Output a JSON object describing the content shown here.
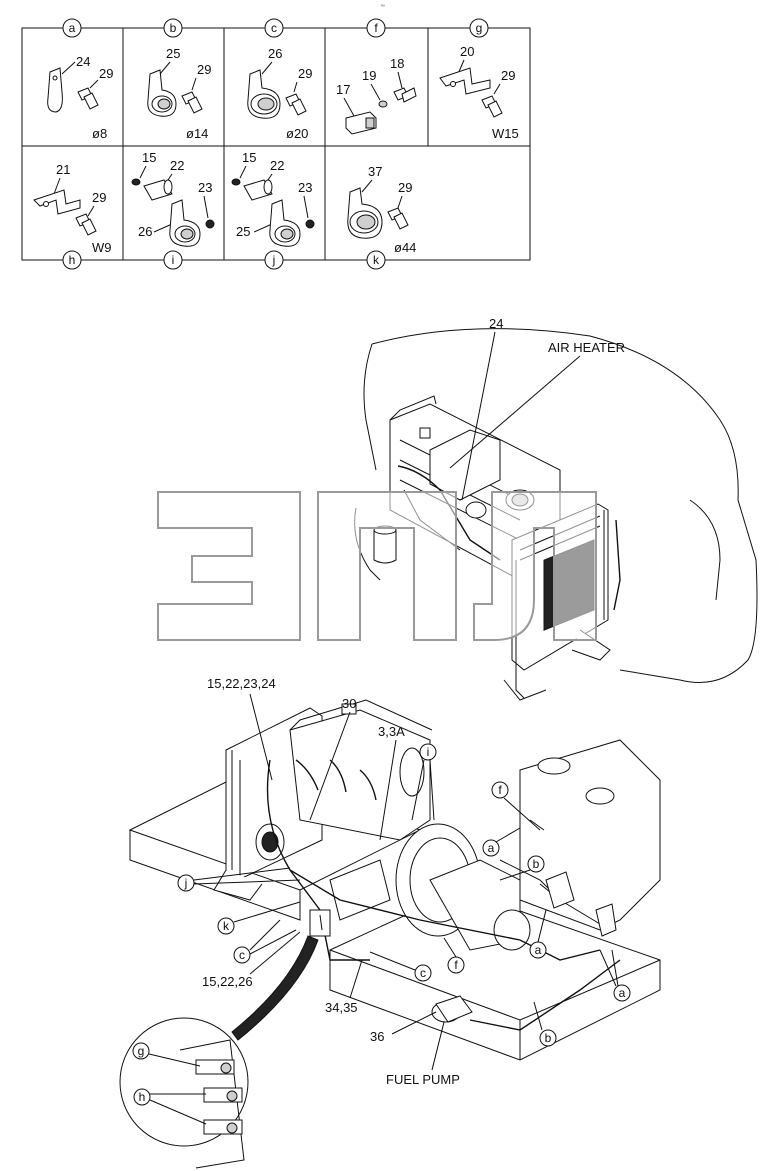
{
  "header_mark": "™",
  "parts_table": {
    "top_row": [
      {
        "letter": "a",
        "parts": [
          "24",
          "29"
        ],
        "size": "ø8"
      },
      {
        "letter": "b",
        "parts": [
          "25",
          "29"
        ],
        "size": "ø14"
      },
      {
        "letter": "c",
        "parts": [
          "26",
          "29"
        ],
        "size": "ø20"
      },
      {
        "letter": "f",
        "parts": [
          "17",
          "19",
          "18"
        ],
        "size": ""
      },
      {
        "letter": "g",
        "parts": [
          "20",
          "29"
        ],
        "size": "W15"
      }
    ],
    "bottom_row": [
      {
        "letter": "h",
        "parts": [
          "21",
          "29"
        ],
        "size": "W9"
      },
      {
        "letter": "i",
        "parts": [
          "15",
          "22",
          "23",
          "26"
        ],
        "size": ""
      },
      {
        "letter": "j",
        "parts": [
          "15",
          "22",
          "23",
          "25"
        ],
        "size": ""
      },
      {
        "letter": "k",
        "parts": [
          "37",
          "29"
        ],
        "size": "ø44"
      }
    ]
  },
  "upper_view": {
    "callout_24": "24",
    "air_heater": "AIR HEATER"
  },
  "lower_view": {
    "callout_a": "15,22,23,24",
    "callout_30": "30",
    "callout_3": "3,3A",
    "callout_b": "15,22,26",
    "callout_34": "34,35",
    "callout_36": "36",
    "fuel_pump": "FUEL PUMP",
    "letters": [
      "i",
      "f",
      "a",
      "b",
      "j",
      "k",
      "c",
      "c",
      "f",
      "a",
      "b",
      "a"
    ]
  },
  "detail_view": {
    "letters": [
      "g",
      "h"
    ]
  },
  "watermark": "ЭПЛ"
}
